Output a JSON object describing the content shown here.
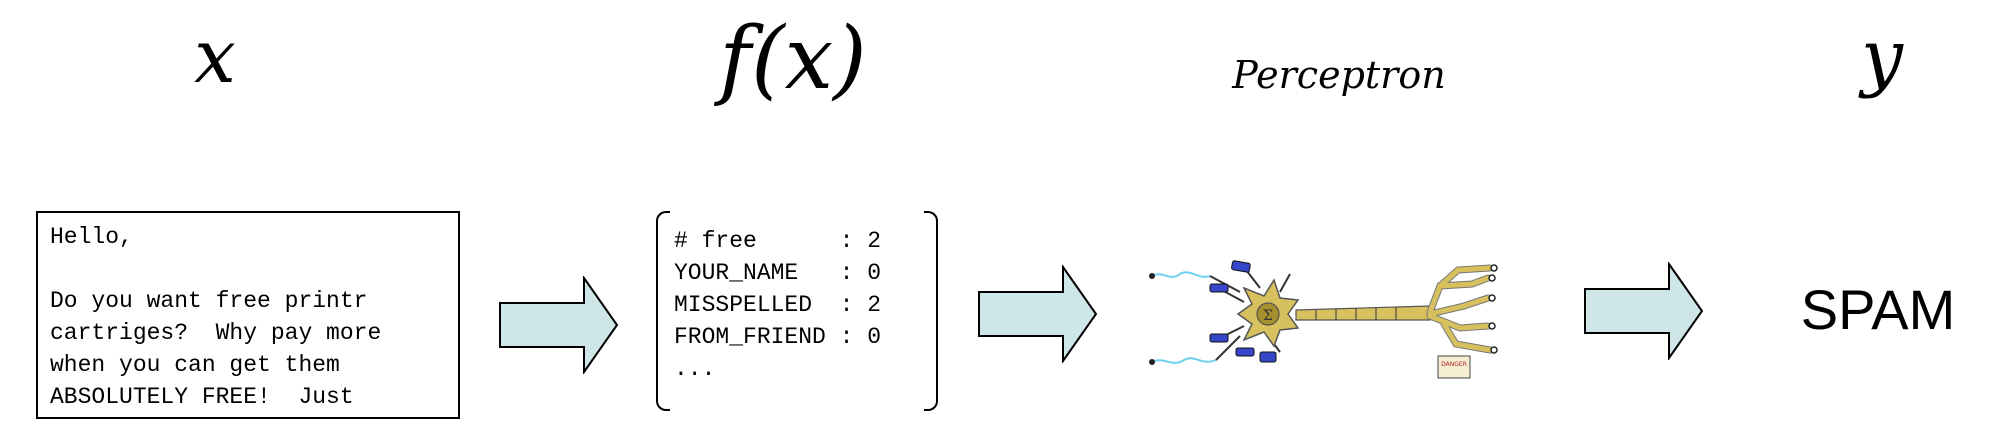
{
  "headings": {
    "x": "x",
    "fx": "f(x)",
    "perceptron": "Perceptron",
    "y": "y"
  },
  "email": {
    "lines": [
      "Hello,",
      "",
      "Do you want free printr",
      "cartriges?  Why pay more",
      "when you can get them",
      "ABSOLUTELY FREE!  Just"
    ]
  },
  "features": {
    "rows": [
      "# free      : 2",
      "YOUR_NAME   : 0",
      "MISSPELLED  : 2",
      "FROM_FRIEND : 0",
      "..."
    ]
  },
  "neuron": {
    "nucleus_label": "Σ",
    "sign_label": "DANGER"
  },
  "output": {
    "label": "SPAM"
  },
  "colors": {
    "arrow_fill": "#cfe6e8",
    "arrow_stroke": "#000000",
    "neuron_body": "#d7c15e",
    "neuron_dark": "#a58f2e",
    "synapse_blue": "#3347c8",
    "spark": "#6fd0f0"
  }
}
